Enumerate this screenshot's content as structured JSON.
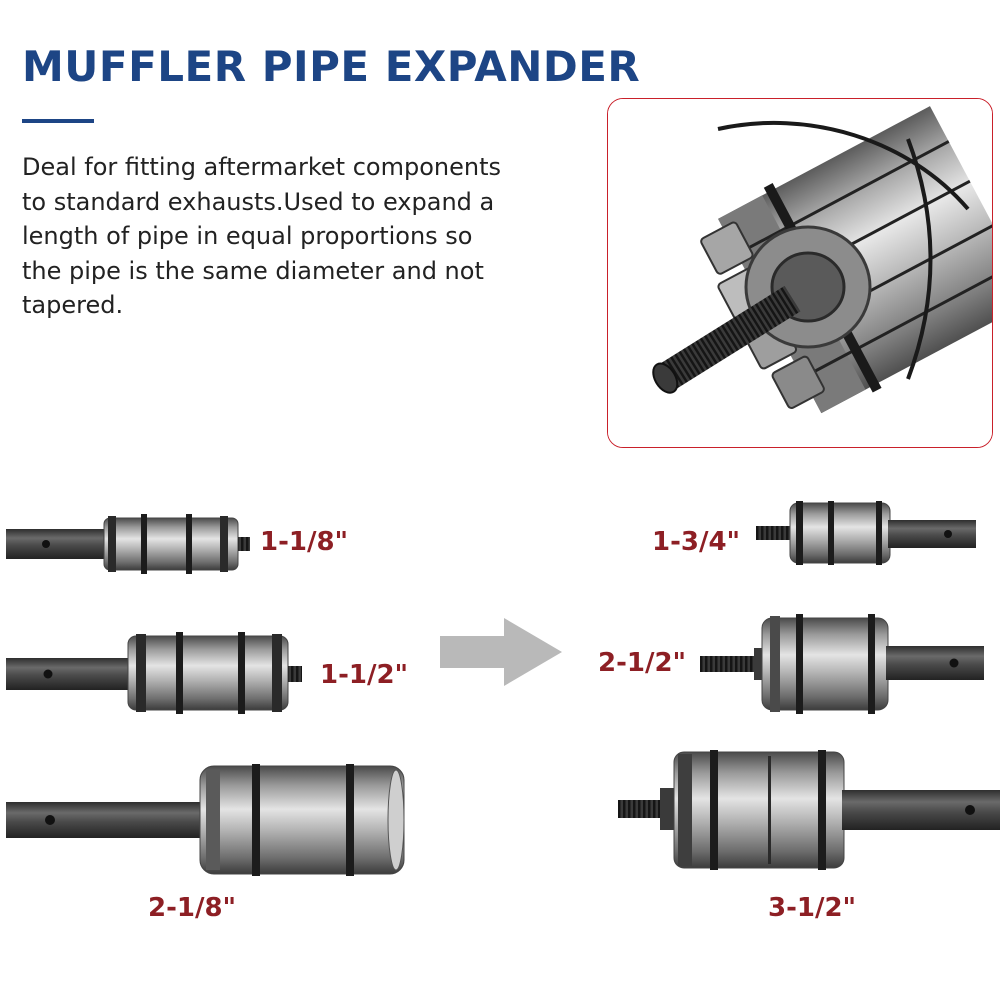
{
  "title": "MUFFLER PIPE EXPANDER",
  "description": "Deal for fitting aftermarket components to standard exhausts.Used to expand a length of pipe in equal proportions so the pipe is the same diameter and not tapered.",
  "sizes_left": [
    {
      "label": "1-1/8\""
    },
    {
      "label": "1-1/2\""
    },
    {
      "label": "2-1/8\""
    }
  ],
  "sizes_right": [
    {
      "label": "1-3/4\""
    },
    {
      "label": "2-1/2\""
    },
    {
      "label": "3-1/2\""
    }
  ],
  "colors": {
    "title": "#1d4585",
    "size_label": "#8d1f24",
    "frame_border": "#c9202a",
    "arrow": "#b9b9b9"
  }
}
